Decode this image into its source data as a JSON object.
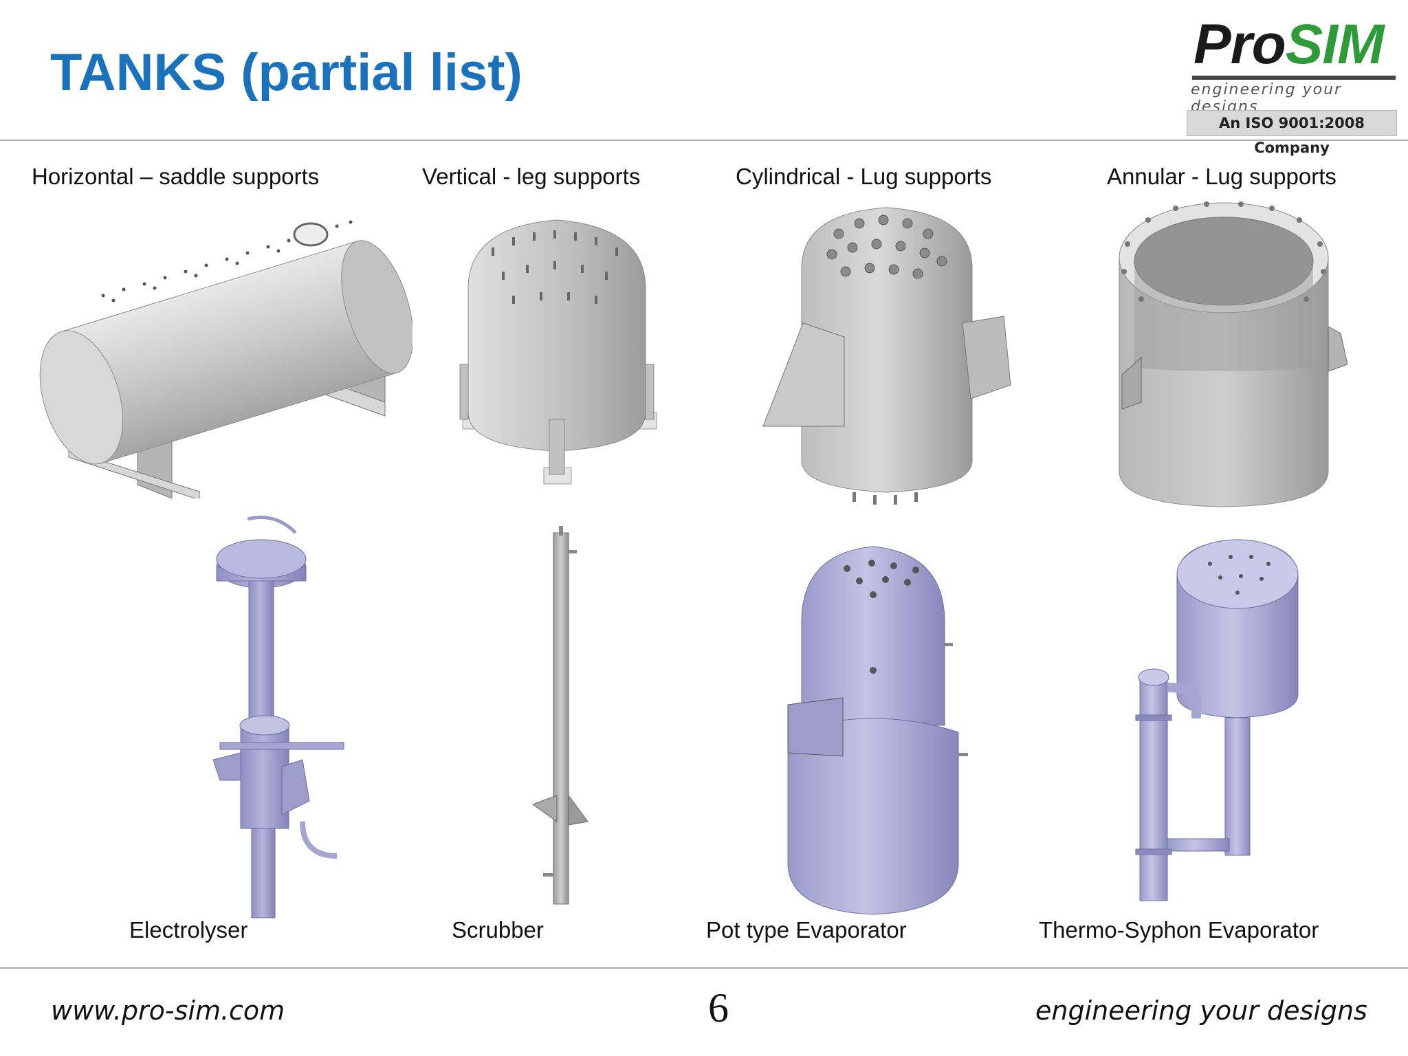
{
  "title": "TANKS (partial list)",
  "logo": {
    "brand_pro": "Pro",
    "brand_sim": "SIM",
    "tagline": "engineering your designs",
    "certification": "An ISO 9001:2008 Company"
  },
  "top_row": [
    {
      "caption": "Horizontal – saddle supports",
      "icon": "horizontal-tank-icon"
    },
    {
      "caption": "Vertical - leg supports",
      "icon": "vertical-tank-icon"
    },
    {
      "caption": "Cylindrical  - Lug supports",
      "icon": "cylindrical-tank-icon"
    },
    {
      "caption": "Annular - Lug supports",
      "icon": "annular-tank-icon"
    }
  ],
  "bottom_row": [
    {
      "caption": "Electrolyser",
      "icon": "electrolyser-icon"
    },
    {
      "caption": "Scrubber",
      "icon": "scrubber-icon"
    },
    {
      "caption": "Pot type Evaporator",
      "icon": "pot-evaporator-icon"
    },
    {
      "caption": "Thermo-Syphon Evaporator",
      "icon": "thermosyphon-evaporator-icon"
    }
  ],
  "footer": {
    "url": "www.pro-sim.com",
    "page_number": "6",
    "tagline": "engineering your designs"
  },
  "colors": {
    "title": "#1a72bc",
    "brand_green": "#2e9a3a",
    "grey_steel": "#bdbdbd",
    "lavender_steel": "#a6a6d4"
  }
}
